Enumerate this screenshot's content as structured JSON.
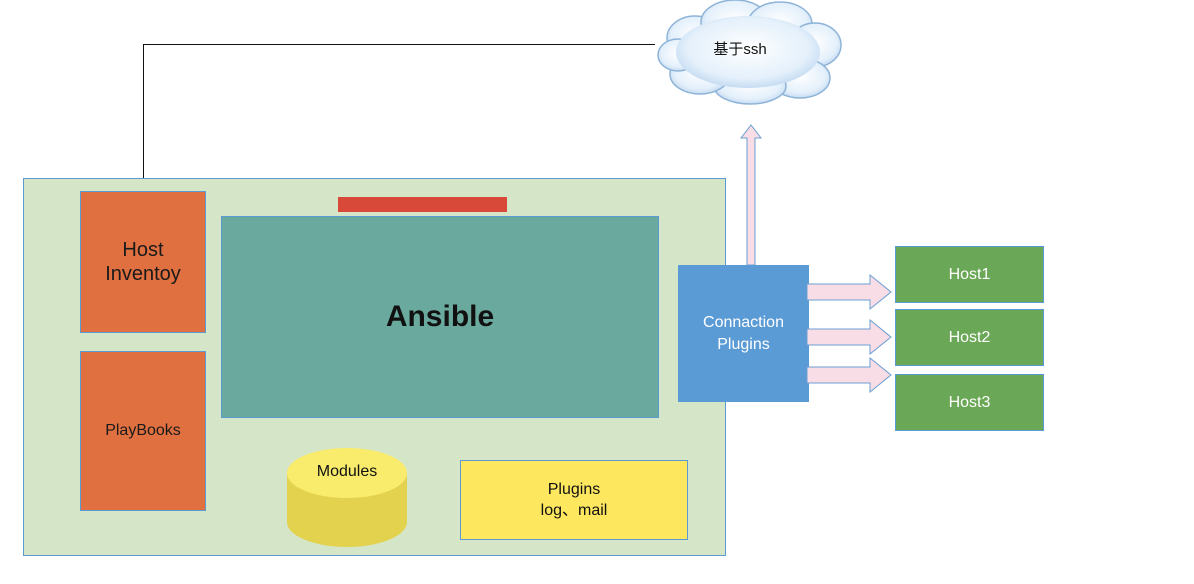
{
  "cloud": {
    "label": "基于ssh"
  },
  "host_inventory": {
    "line1": "Host",
    "line2": "Inventoy"
  },
  "playbooks": {
    "label": "PlayBooks"
  },
  "ansible": {
    "label": "Ansible"
  },
  "modules": {
    "label": "Modules"
  },
  "plugins": {
    "line1": "Plugins",
    "line2": "log、mail"
  },
  "connection_plugins": {
    "line1": "Connaction",
    "line2": "Plugins"
  },
  "hosts": [
    "Host1",
    "Host2",
    "Host3"
  ],
  "colors": {
    "panel": "#d5e6c8",
    "orange": "#e07040",
    "ansible": "#6aaa9e",
    "red_bar": "#d9493a",
    "plugins": "#fde75e",
    "connection": "#5b9bd5",
    "host": "#6aa756",
    "arrow_fill": "#f8dde6",
    "border": "#5a9bd4"
  }
}
